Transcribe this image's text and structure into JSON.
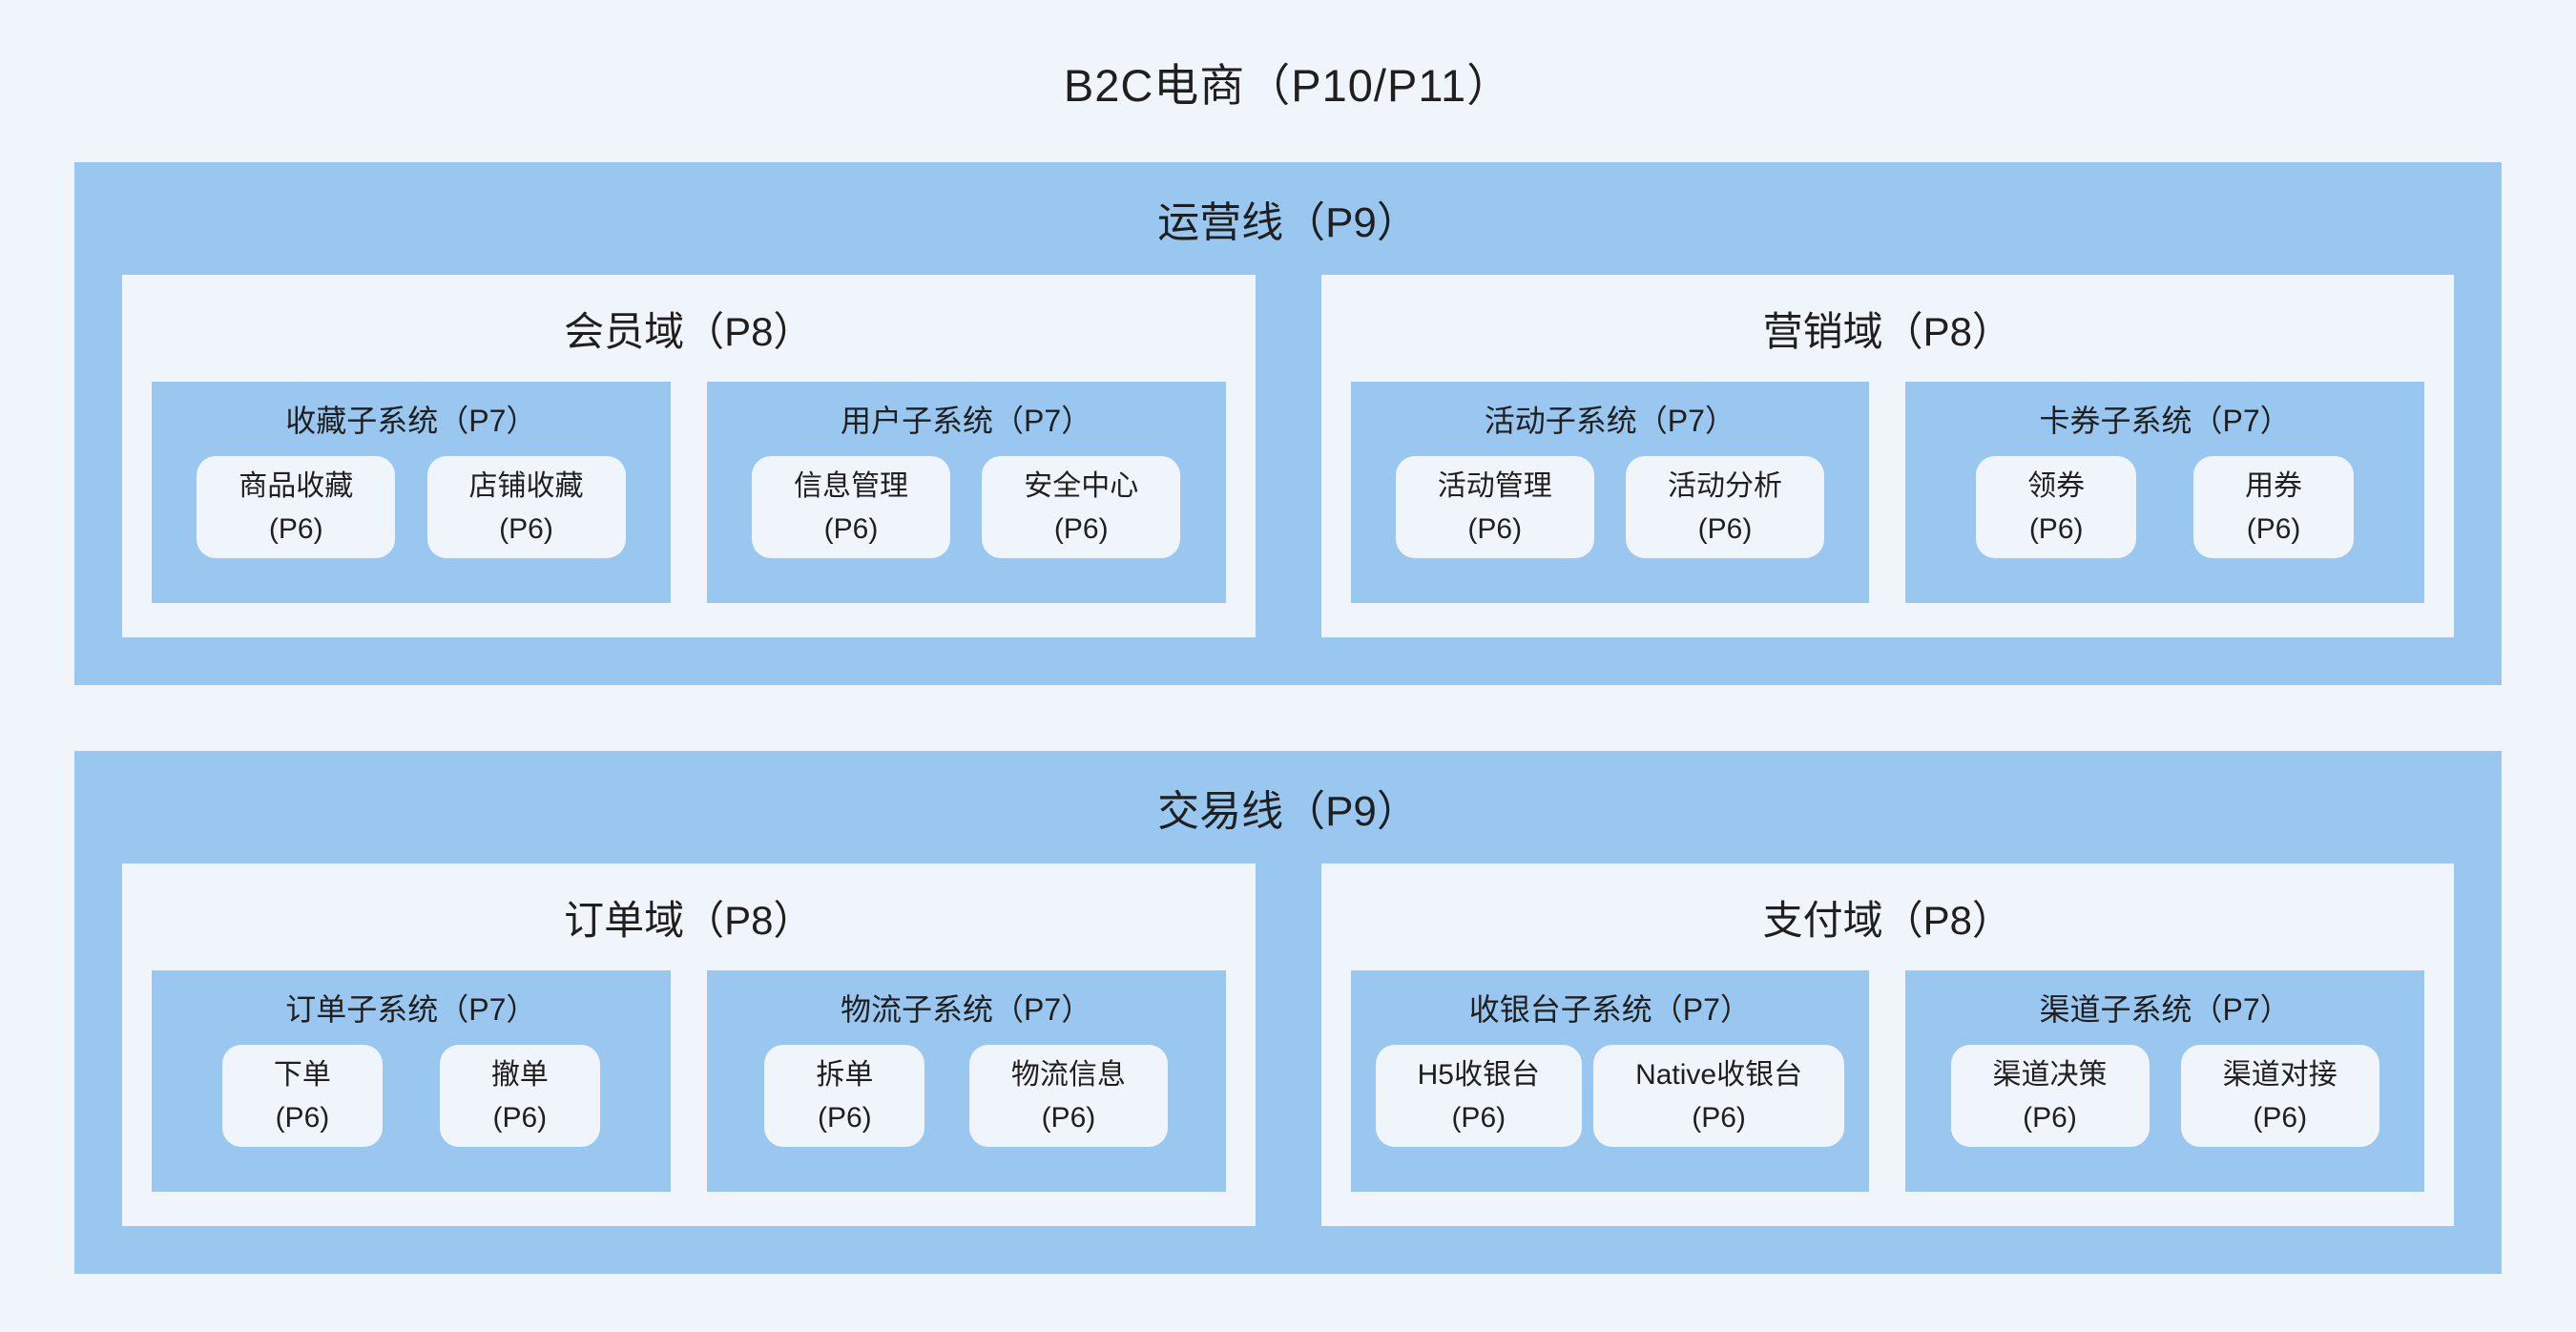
{
  "title": "B2C电商（P10/P11）",
  "colors": {
    "container_blue": "#9AC7F0",
    "surface_light": "#F0F5FC",
    "text": "#1F1F1F"
  },
  "lines": [
    {
      "label": "运营线（P9）",
      "domains": [
        {
          "label": "会员域（P8）",
          "subsystems": [
            {
              "label": "收藏子系统（P7）",
              "modules": [
                {
                  "name": "商品收藏",
                  "level": "(P6)"
                },
                {
                  "name": "店铺收藏",
                  "level": "(P6)"
                }
              ]
            },
            {
              "label": "用户子系统（P7）",
              "modules": [
                {
                  "name": "信息管理",
                  "level": "(P6)"
                },
                {
                  "name": "安全中心",
                  "level": "(P6)"
                }
              ]
            }
          ]
        },
        {
          "label": "营销域（P8）",
          "subsystems": [
            {
              "label": "活动子系统（P7）",
              "modules": [
                {
                  "name": "活动管理",
                  "level": "(P6)"
                },
                {
                  "name": "活动分析",
                  "level": "(P6)"
                }
              ]
            },
            {
              "label": "卡券子系统（P7）",
              "modules": [
                {
                  "name": "领券",
                  "level": "(P6)"
                },
                {
                  "name": "用券",
                  "level": "(P6)"
                }
              ]
            }
          ]
        }
      ]
    },
    {
      "label": "交易线（P9）",
      "domains": [
        {
          "label": "订单域（P8）",
          "subsystems": [
            {
              "label": "订单子系统（P7）",
              "modules": [
                {
                  "name": "下单",
                  "level": "(P6)"
                },
                {
                  "name": "撤单",
                  "level": "(P6)"
                }
              ]
            },
            {
              "label": "物流子系统（P7）",
              "modules": [
                {
                  "name": "拆单",
                  "level": "(P6)"
                },
                {
                  "name": "物流信息",
                  "level": "(P6)"
                }
              ]
            }
          ]
        },
        {
          "label": "支付域（P8）",
          "subsystems": [
            {
              "label": "收银台子系统（P7）",
              "modules": [
                {
                  "name": "H5收银台",
                  "level": "(P6)"
                },
                {
                  "name": "Native收银台",
                  "level": "(P6)"
                }
              ]
            },
            {
              "label": "渠道子系统（P7）",
              "modules": [
                {
                  "name": "渠道决策",
                  "level": "(P6)"
                },
                {
                  "name": "渠道对接",
                  "level": "(P6)"
                }
              ]
            }
          ]
        }
      ]
    }
  ]
}
